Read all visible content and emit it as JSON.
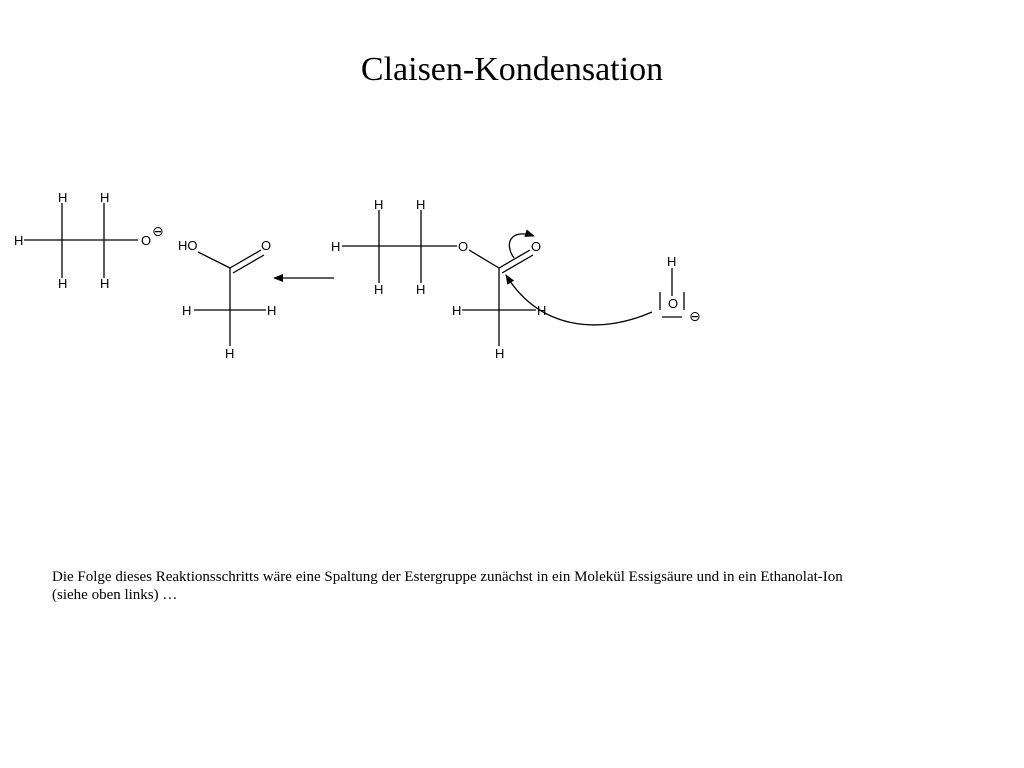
{
  "slide": {
    "title": "Claisen-Kondensation",
    "caption_line1": "Die Folge dieses Reaktionsschritts wäre eine Spaltung der Estergruppe zunächst in ein Molekül Essigsäure und in ein Ethanolat-Ion",
    "caption_line2": "(siehe oben links) …"
  },
  "atoms": {
    "H": "H",
    "O": "O",
    "HO": "HO",
    "minus": "⊖"
  }
}
